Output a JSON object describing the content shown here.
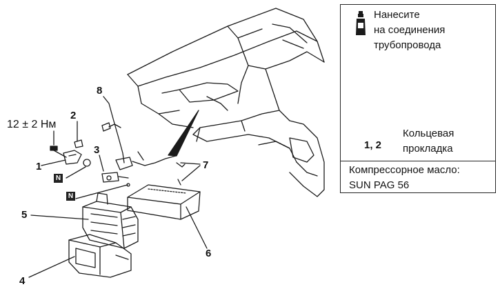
{
  "labels": {
    "n1": "1",
    "n2": "2",
    "n3": "3",
    "n4": "4",
    "n5": "5",
    "n6": "6",
    "n7": "7",
    "n8": "8"
  },
  "torque": "12 ± 2 Нм",
  "n_badge": "N",
  "panel": {
    "apply_lines": [
      "Нанесите",
      "на соединения",
      "трубопровода"
    ],
    "detail_parts_label": "1, 2",
    "ring_lines": [
      "Кольцевая",
      "прокладка"
    ],
    "oil_lines": [
      "Компрессорное масло:",
      "SUN PAG 56"
    ],
    "icon": "oil-bottle-icon"
  }
}
